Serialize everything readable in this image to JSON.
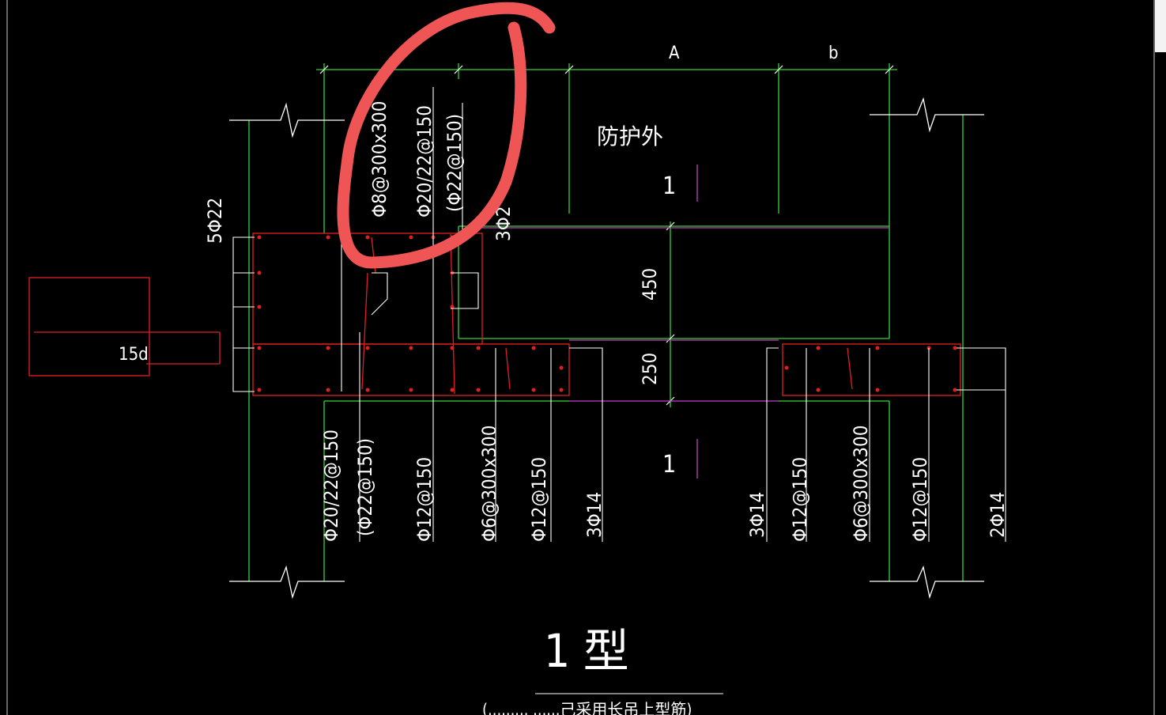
{
  "labels": {
    "top_a": "A",
    "top_b": "b",
    "protect_outside": "防护外",
    "section_mark": "1",
    "rebar_top_1": "Φ8@300x300",
    "rebar_top_2": "Φ20/22@150",
    "rebar_top_3": "(Φ22@150)",
    "rebar_top_4": "3Φ2",
    "rebar_left": "5Φ22",
    "anchor_len": "15d",
    "dim_450": "450",
    "dim_250": "250",
    "bottom_1": "Φ20/22@150",
    "bottom_2": "(Φ22@150)",
    "bottom_3": "Φ12@150",
    "bottom_4": "Φ6@300x300",
    "bottom_5": "Φ12@150",
    "bottom_6": "3Φ14",
    "bottom_7": "3Φ14",
    "bottom_8": "Φ12@150",
    "bottom_9": "Φ6@300x300",
    "bottom_10": "Φ12@150",
    "bottom_11": "2Φ14",
    "title": "1 型",
    "subtitle": "(......... ......己采用长吊上型筋)"
  },
  "colors": {
    "background": "#000000",
    "green": "#35d335",
    "red": "#e02020",
    "magenta": "#c040c0",
    "white": "#ffffff",
    "markup": "#f05555"
  }
}
